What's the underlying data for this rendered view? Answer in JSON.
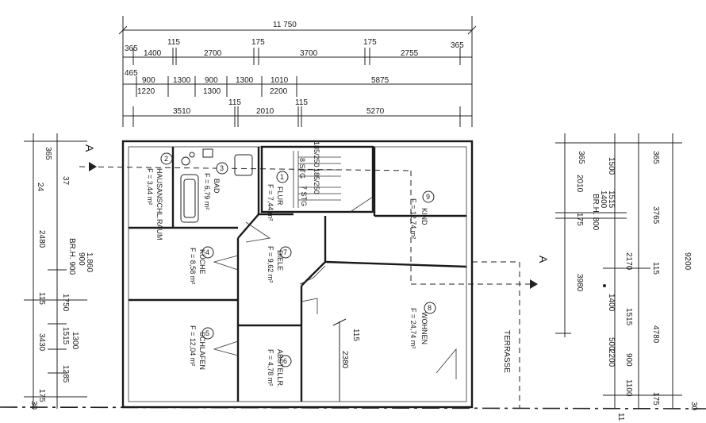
{
  "top_dimensions": {
    "overall": "11 750",
    "row1": [
      "365",
      "1400",
      "115",
      "2700",
      "175",
      "3700",
      "175",
      "2755",
      "365"
    ],
    "row2": [
      "465",
      "900",
      "1300",
      "900",
      "1300",
      "1010",
      "5875"
    ],
    "row2_sub": [
      "1220",
      "1300",
      "2200"
    ],
    "row3": [
      "3510",
      "115",
      "2010",
      "115",
      "5270"
    ]
  },
  "left_dimensions": {
    "outer": [
      "365",
      "2480",
      "115",
      "3430",
      "175",
      "30"
    ],
    "inner": [
      "24",
      "37",
      "1750",
      "1300",
      "1285"
    ],
    "openings": [
      "1.860",
      "900",
      "1515"
    ],
    "label": "BR.H. 900"
  },
  "right_dimensions": {
    "outer": "9200",
    "col_a": [
      "365",
      "2010",
      "175",
      "3980"
    ],
    "col_b": [
      "1500",
      "1515",
      "1400",
      "2170",
      "1400",
      "1515",
      "500",
      "900",
      "1100"
    ],
    "col_c": [
      "365",
      "3765",
      "115",
      "4780",
      "175"
    ],
    "sub_values": [
      "2200",
      "30",
      "11"
    ],
    "label": "BR.H. 800"
  },
  "rooms": [
    {
      "num": "2",
      "name": "HAUSANSCHL.RAUM",
      "area": "F = 3,44 m²"
    },
    {
      "num": "3",
      "name": "BAD",
      "area": "F = 6,79 m²"
    },
    {
      "num": "1",
      "name": "FLUR",
      "area": "F = 7,44 m²"
    },
    {
      "num": "9",
      "name": "KIND",
      "area": "F = 12,74 m²"
    },
    {
      "num": "4",
      "name": "KÜCHE",
      "area": "F = 8,58 m²"
    },
    {
      "num": "7",
      "name": "DIELE",
      "area": "F = 9,62 m²"
    },
    {
      "num": "8",
      "name": "WOHNEN",
      "area": "F = 24,74 m²"
    },
    {
      "num": "5",
      "name": "SCHLAFEN",
      "area": "F = 12,04 m²"
    },
    {
      "num": "6",
      "name": "ABSTELLR.",
      "area": "F = 4,78 m²"
    }
  ],
  "stairs": {
    "up": "8 STG",
    "up_ratio": "185/250",
    "down": "7 STG",
    "down_ratio": "185/250"
  },
  "misc": {
    "terrace": "TERRASSE",
    "section": "A",
    "wohnen_dim": "2380",
    "wohnen_wall": "115"
  }
}
